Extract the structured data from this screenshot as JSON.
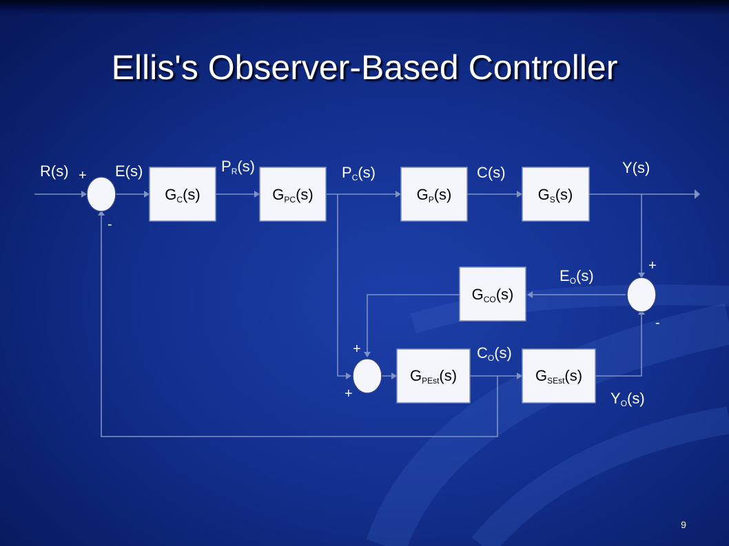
{
  "title": "Ellis's Observer-Based Controller",
  "slide_number": "9",
  "blocks": {
    "gc": {
      "main": "G",
      "sub": "C",
      "arg": "(s)"
    },
    "gpc": {
      "main": "G",
      "sub": "PC",
      "arg": "(s)"
    },
    "gp": {
      "main": "G",
      "sub": "P",
      "arg": "(s)"
    },
    "gs": {
      "main": "G",
      "sub": "S",
      "arg": "(s)"
    },
    "gco": {
      "main": "G",
      "sub": "CO",
      "arg": "(s)"
    },
    "gpest": {
      "main": "G",
      "sub": "PEst",
      "arg": "(s)"
    },
    "gsest": {
      "main": "G",
      "sub": "SEst",
      "arg": "(s)"
    }
  },
  "signals": {
    "r": {
      "main": "R(s)"
    },
    "e": {
      "main": "E(s)"
    },
    "pr": {
      "main": "P",
      "sub": "R",
      "arg": "(s)"
    },
    "pc": {
      "main": "P",
      "sub": "C",
      "arg": "(s)"
    },
    "c": {
      "main": "C(s)"
    },
    "y": {
      "main": "Y(s)"
    },
    "eo": {
      "main": "E",
      "sub": "O",
      "arg": "(s)"
    },
    "co": {
      "main": "C",
      "sub": "O",
      "arg": "(s)"
    },
    "yo": {
      "main": "Y",
      "sub": "O",
      "arg": "(s)"
    }
  },
  "signs": {
    "sum1_top": "+",
    "sum1_bottom": "-",
    "sum2_top": "+",
    "sum2_bottom": "-",
    "sum3_top": "+",
    "sum3_bottom": "+"
  }
}
